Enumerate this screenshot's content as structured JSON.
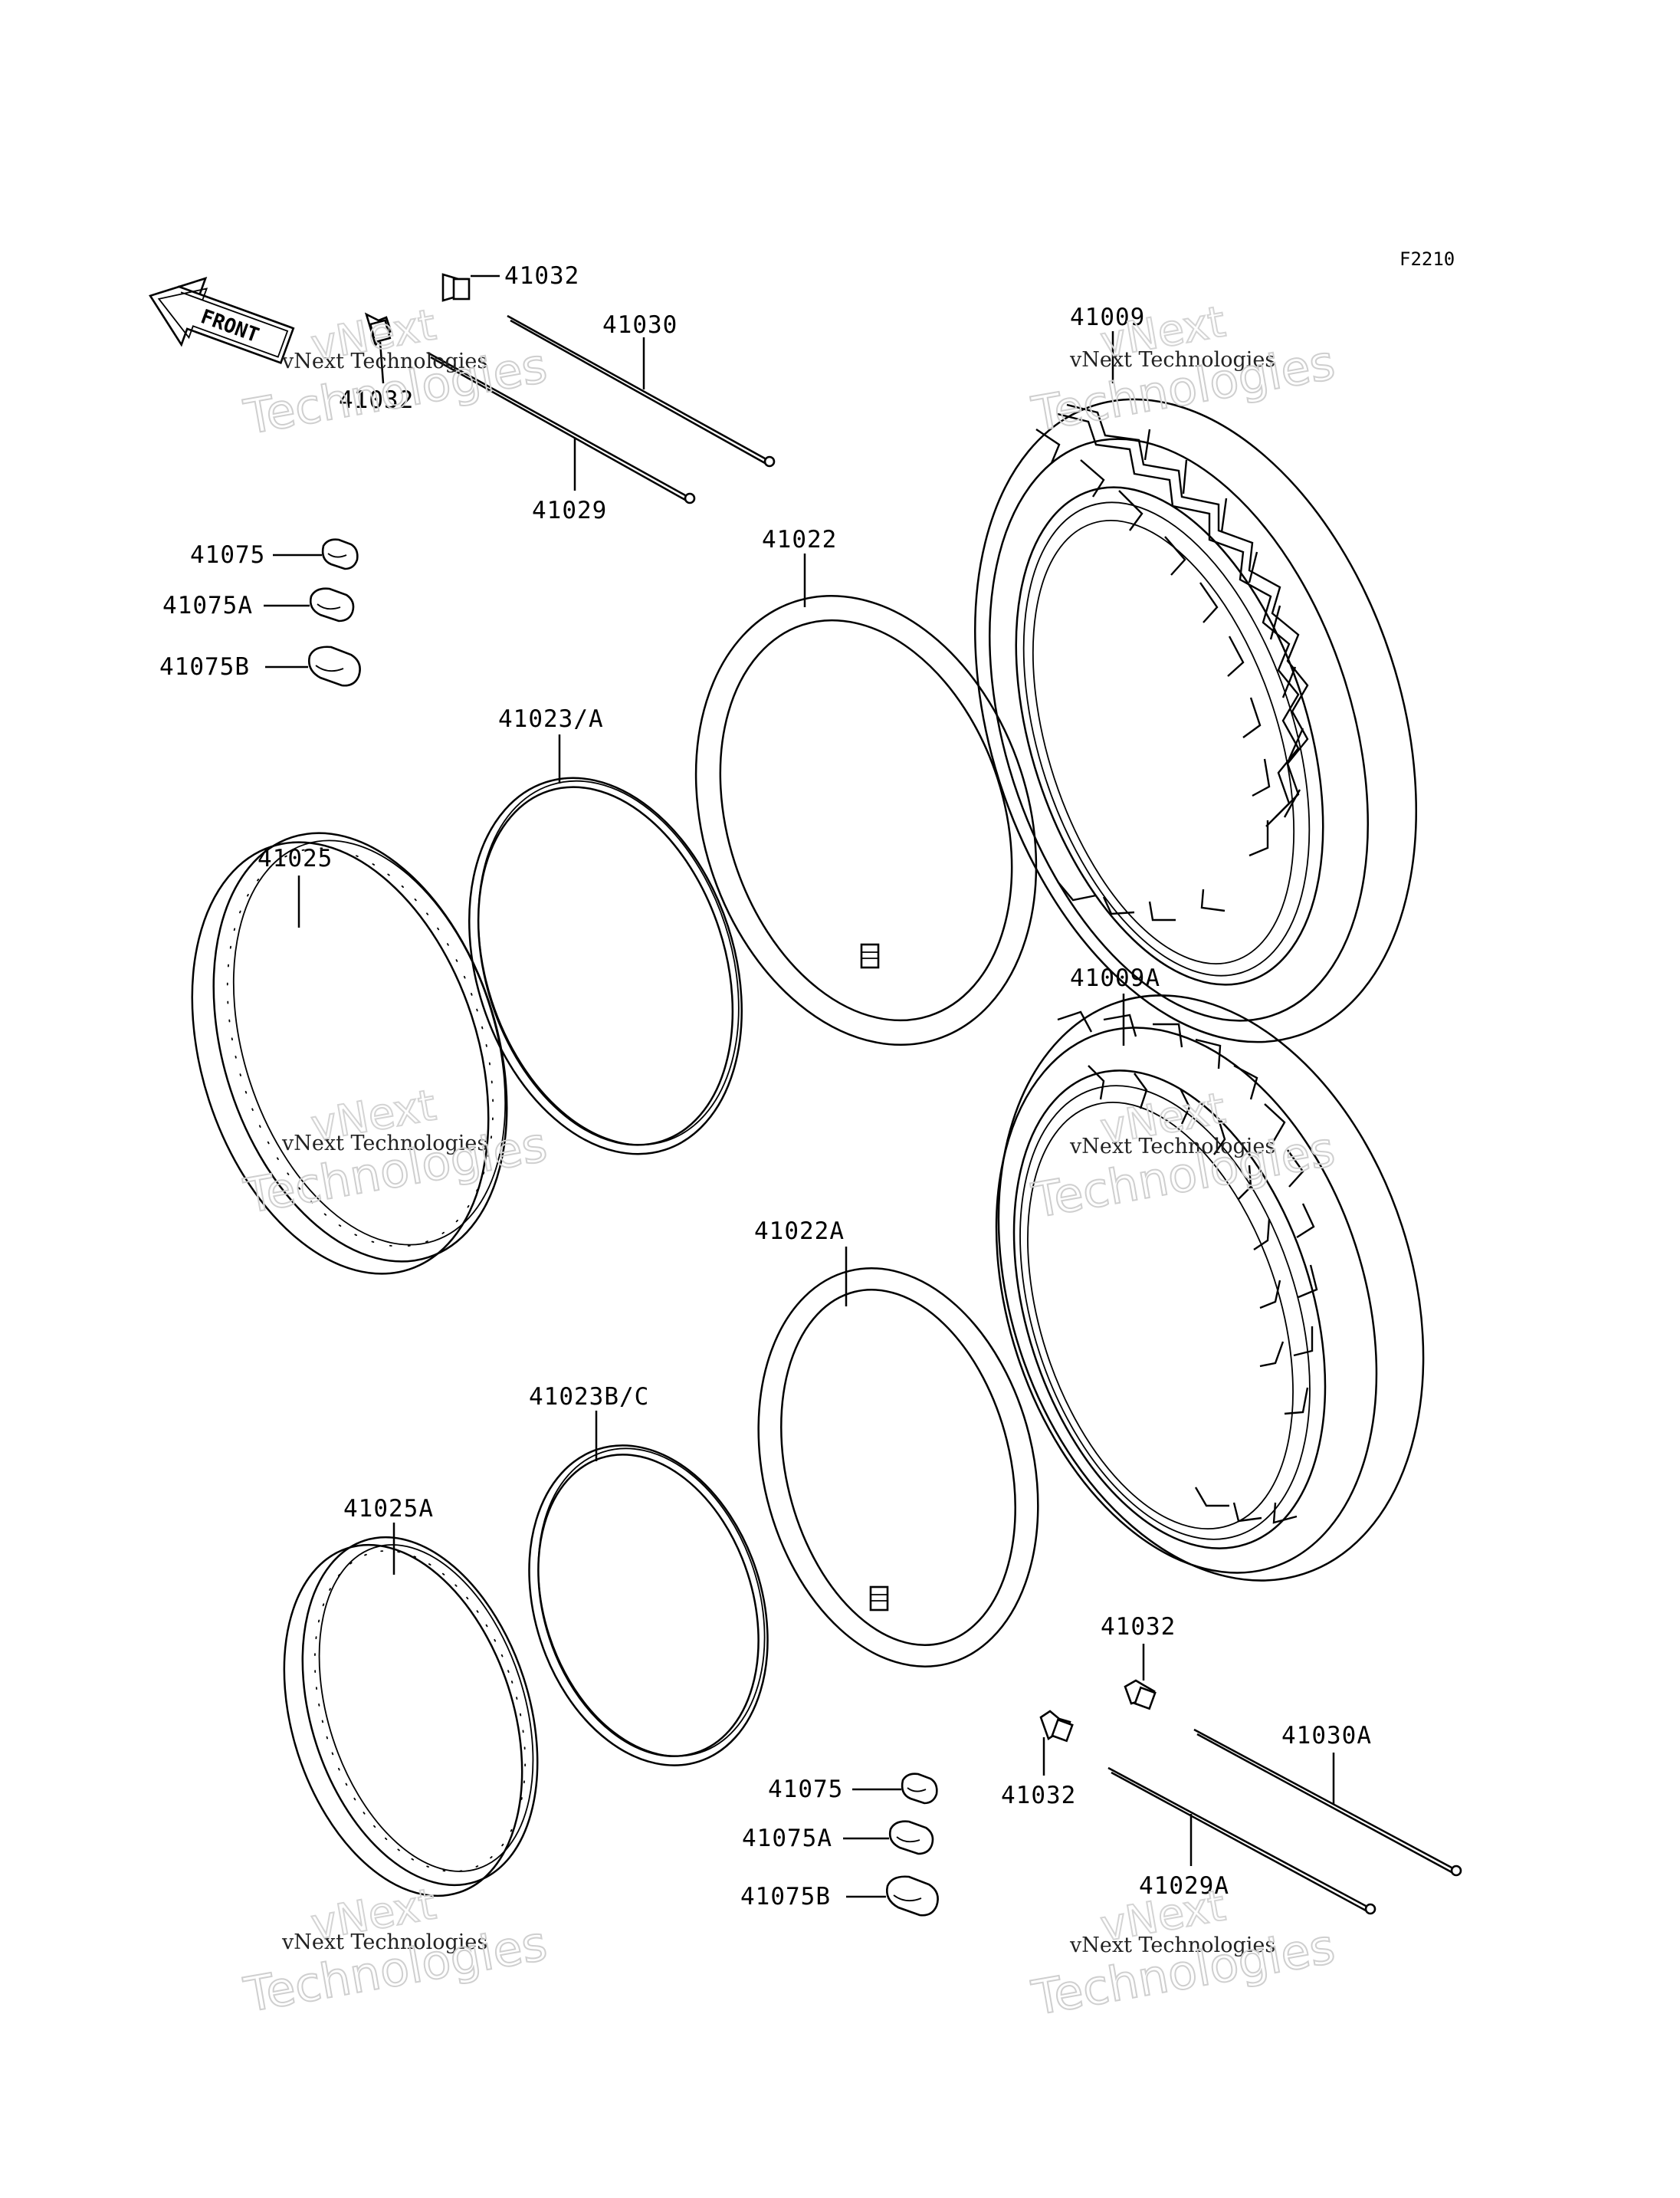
{
  "diagram_code": "F2210",
  "front_label": "FRONT",
  "watermark": {
    "line1": "vNext Technologies",
    "line2": "vNext",
    "line3": "Technologies"
  },
  "labels": {
    "p41032_top": "41032",
    "p41032_left": "41032",
    "p41030": "41030",
    "p41029": "41029",
    "p41009": "41009",
    "p41075": "41075",
    "p41075A": "41075A",
    "p41075B": "41075B",
    "p41022": "41022",
    "p41023A": "41023/A",
    "p41025": "41025",
    "p41009A": "41009A",
    "p41022A": "41022A",
    "p41023BC": "41023B/C",
    "p41025A": "41025A",
    "p41032_r1": "41032",
    "p41032_r2": "41032",
    "p41030A": "41030A",
    "p41029A": "41029A",
    "p41075_b": "41075",
    "p41075A_b": "41075A",
    "p41075B_b": "41075B"
  }
}
